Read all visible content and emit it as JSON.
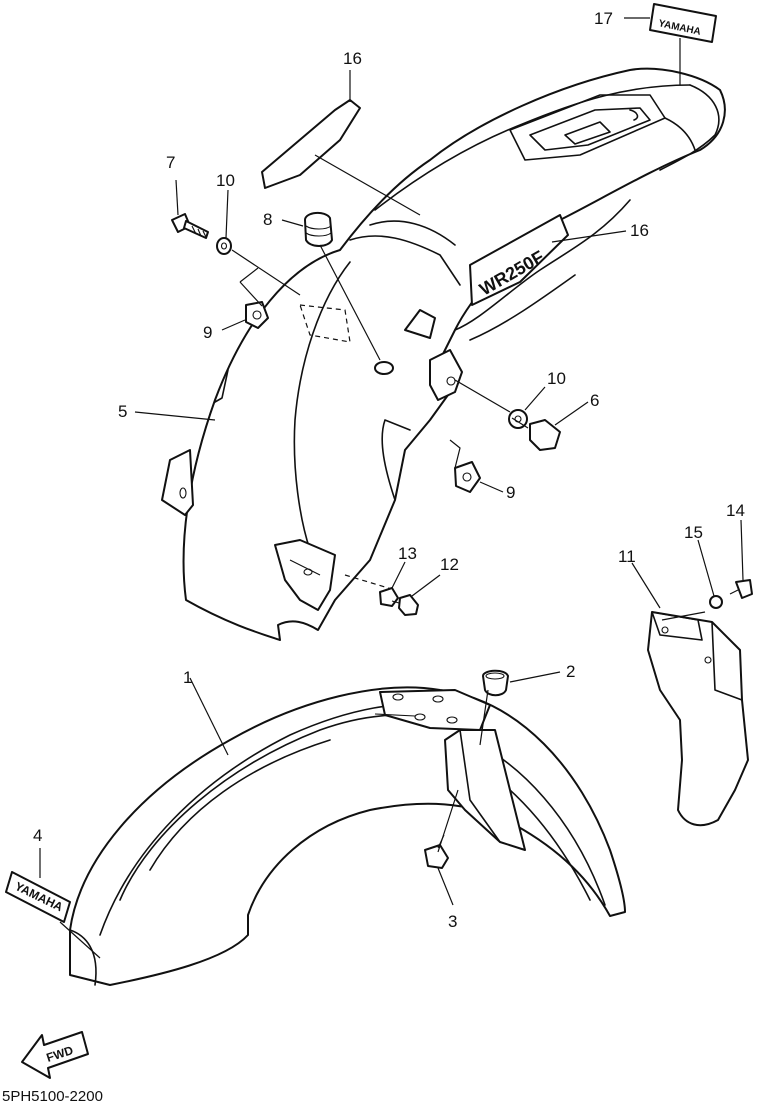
{
  "diagram": {
    "callouts": {
      "c1": "1",
      "c2": "2",
      "c3": "3",
      "c4": "4",
      "c5": "5",
      "c6": "6",
      "c7": "7",
      "c8": "8",
      "c9a": "9",
      "c9b": "9",
      "c10a": "10",
      "c10b": "10",
      "c11": "11",
      "c12": "12",
      "c13": "13",
      "c14": "14",
      "c15": "15",
      "c16a": "16",
      "c16b": "16",
      "c17": "17"
    },
    "emblems": {
      "front_fender_emblem": "YAMAHA",
      "rear_fender_emblem": "YAMAHA",
      "side_graphic": "WR250F",
      "direction_arrow": "FWD"
    },
    "diagram_code": "5PH5100-2200"
  }
}
